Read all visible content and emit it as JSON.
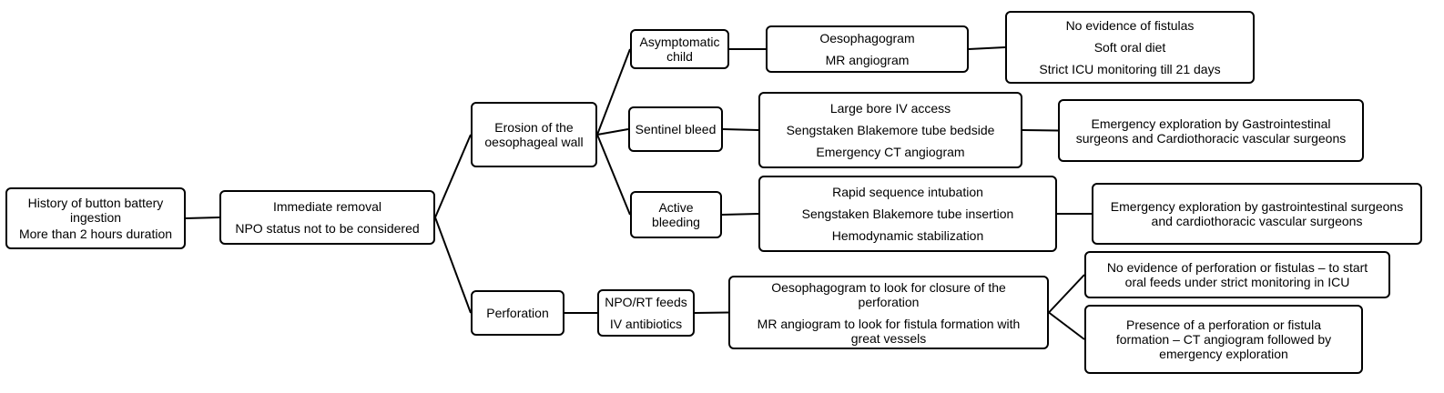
{
  "nodes": {
    "start": [
      "History of button battery ingestion",
      "More than 2 hours duration"
    ],
    "removal": [
      "Immediate removal",
      "NPO status not to be considered"
    ],
    "erosion": [
      "Erosion of the oesophageal wall"
    ],
    "perforation": [
      "Perforation"
    ],
    "asymptomatic": [
      "Asymptomatic child"
    ],
    "sentinel": [
      "Sentinel bleed"
    ],
    "active": [
      "Active bleeding"
    ],
    "asym_tests": [
      "Oesophagogram",
      "MR angiogram"
    ],
    "asym_outcome": [
      "No evidence of fistulas",
      "Soft oral diet",
      "Strict ICU monitoring till 21 days"
    ],
    "sentinel_mgmt": [
      "Large bore IV access",
      "Sengstaken Blakemore tube bedside",
      "Emergency CT angiogram"
    ],
    "sentinel_outcome": [
      "Emergency exploration by Gastrointestinal surgeons and Cardiothoracic vascular surgeons"
    ],
    "active_mgmt": [
      "Rapid sequence intubation",
      "Sengstaken Blakemore tube insertion",
      "Hemodynamic stabilization"
    ],
    "active_outcome": [
      "Emergency exploration by gastrointestinal surgeons and cardiothoracic vascular surgeons"
    ],
    "perf_mgmt": [
      "NPO/RT feeds",
      "IV antibiotics"
    ],
    "perf_tests": [
      "Oesophagogram to look for closure of the perforation",
      "MR angiogram to look for fistula formation with great vessels"
    ],
    "perf_outcome_a": [
      "No evidence of perforation or fistulas – to start oral feeds under strict monitoring in ICU"
    ],
    "perf_outcome_b": [
      "Presence of a perforation or fistula formation – CT angiogram followed by emergency exploration"
    ]
  },
  "edges": [
    [
      "start",
      "removal"
    ],
    [
      "removal",
      "erosion"
    ],
    [
      "removal",
      "perforation"
    ],
    [
      "erosion",
      "asymptomatic"
    ],
    [
      "erosion",
      "sentinel"
    ],
    [
      "erosion",
      "active"
    ],
    [
      "asymptomatic",
      "asym_tests"
    ],
    [
      "asym_tests",
      "asym_outcome"
    ],
    [
      "sentinel",
      "sentinel_mgmt"
    ],
    [
      "sentinel_mgmt",
      "sentinel_outcome"
    ],
    [
      "active",
      "active_mgmt"
    ],
    [
      "active_mgmt",
      "active_outcome"
    ],
    [
      "perforation",
      "perf_mgmt"
    ],
    [
      "perf_mgmt",
      "perf_tests"
    ],
    [
      "perf_tests",
      "perf_outcome_a"
    ],
    [
      "perf_tests",
      "perf_outcome_b"
    ]
  ]
}
